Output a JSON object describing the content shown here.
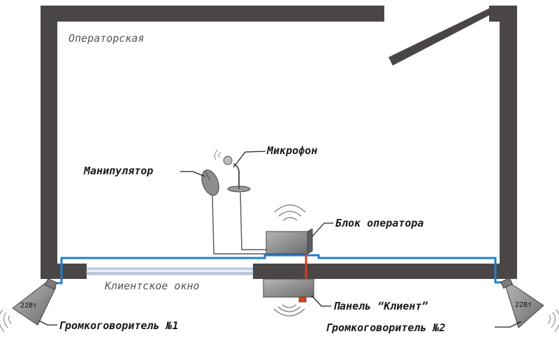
{
  "rooms": {
    "operator_room": "Операторская",
    "client_window": "Клиентское окно"
  },
  "devices": {
    "microphone": "Микрофон",
    "manipulator": "Манипулятор",
    "operator_unit": "Блок оператора",
    "client_panel": "Панель “Клиент”",
    "speaker_1": "Громкоговоритель №1",
    "speaker_2": "Громкоговоритель №2",
    "speaker_power": "22Вт"
  },
  "colors": {
    "wall": "#4a4646",
    "cable_blue": "#1f7fd2",
    "cable_red": "#d8401c",
    "device_gray": "#8a8a8a",
    "label_text": "#1a1a1a"
  }
}
